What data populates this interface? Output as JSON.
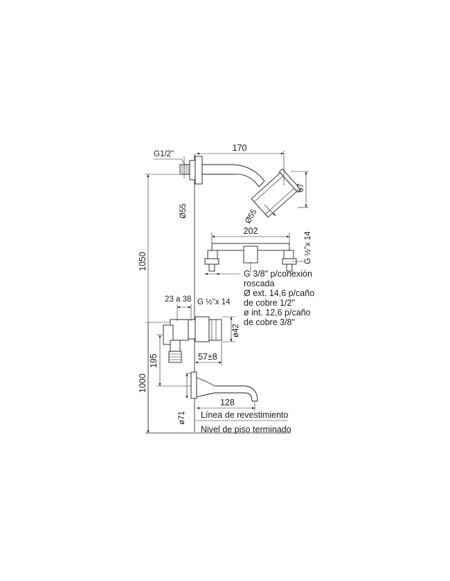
{
  "labels": {
    "thread_g12": "G1/2\"",
    "dim_170": "170",
    "dim_67": "67",
    "dim_phi55_left": "Ø55",
    "dim_phi55_head": "Ø55",
    "dim_1050": "1050",
    "dim_202": "202",
    "thread_g12x14_top": "G ½\"x 14",
    "note_lines": [
      "G 3/8\" p/conexión",
      "roscada",
      "Ø ext. 14,6 p/caño",
      "de cobre 1/2\"",
      "ø int. 12,6 p/caño",
      "de cobre 3/8\""
    ],
    "dim_23a38": "23 a 38",
    "thread_g12x14_mid": "G ½\"x 14",
    "dim_phi42": "ø42",
    "dim_57": "57±8",
    "dim_195": "195",
    "dim_1000": "1000",
    "dim_128": "128",
    "dim_phi71": "ø71",
    "linea_revestimiento": "Línea de revestimiento",
    "nivel_piso": "Nivel de piso terminado"
  }
}
